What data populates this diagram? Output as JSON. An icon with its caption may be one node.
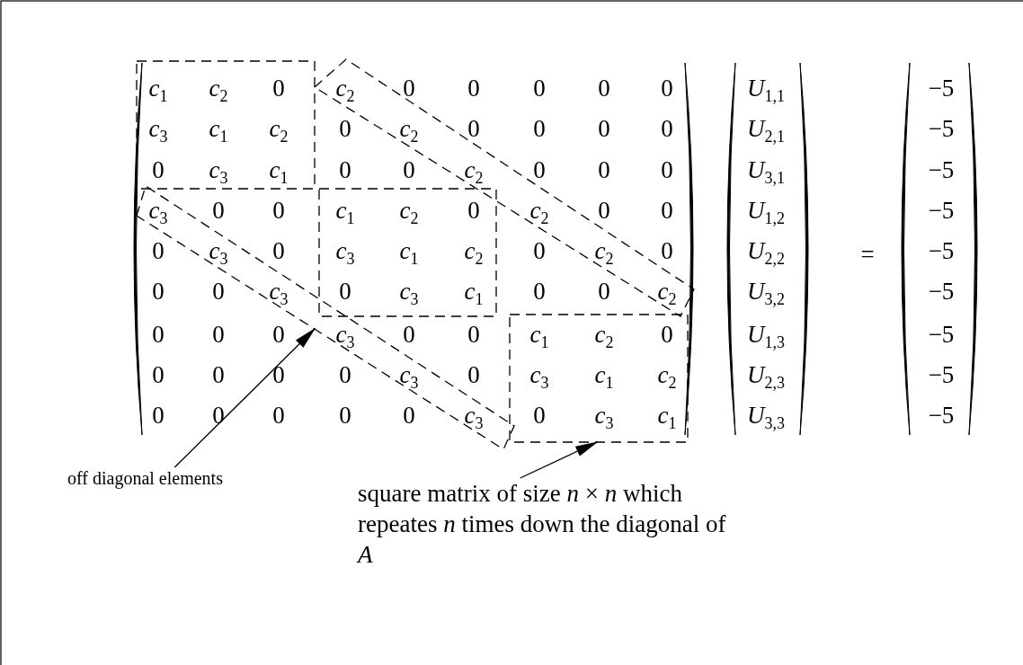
{
  "diagram": {
    "nodes": [
      {
        "text": [],
        "shape": "box"
      },
      {
        "text": [],
        "shape": "box"
      },
      {
        "text": [],
        "shape": "box"
      },
      {
        "text": [],
        "shape": "parallelogram"
      },
      {
        "text": [],
        "shape": "parallelogram"
      },
      {
        "text": [
          "off diagonal elements"
        ]
      },
      {
        "text": [
          "square matrix of size *n* × *n* which repeates *n* times down the diagonal of *A*"
        ]
      }
    ],
    "edges": [
      {
        "from": 5,
        "to": 4,
        "arrow": "to"
      },
      {
        "from": 6,
        "to": 2,
        "arrow": "to"
      }
    ],
    "labels": [
      "*c*$_{1}$",
      "*c*$_{2}$",
      "0",
      "*c*$_{2}$",
      "0",
      "0",
      "0",
      "0",
      "0",
      "*c*$_{3}$",
      "*c*$_{1}$",
      "*c*$_{2}$",
      "0",
      "*c*$_{2}$",
      "0",
      "0",
      "0",
      "0",
      "0",
      "*c*$_{3}$",
      "*c*$_{1}$",
      "0",
      "0",
      "*c*$_{2}$",
      "0",
      "0",
      "0",
      "*c*$_{3}$",
      "0",
      "0",
      "*c*$_{1}$",
      "*c*$_{2}$",
      "0",
      "*c*$_{2}$",
      "0",
      "0",
      "0",
      "*c*$_{3}$",
      "0",
      "*c*$_{3}$",
      "*c*$_{1}$",
      "*c*$_{2}$",
      "0",
      "*c*$_{2}$",
      "0",
      "0",
      "0",
      "*c*$_{3}$",
      "0",
      "*c*$_{3}$",
      "*c*$_{1}$",
      "0",
      "0",
      "*c*$_{2}$",
      "0",
      "0",
      "0",
      "*c*$_{3}$",
      "0",
      "0",
      "*c*$_{1}$",
      "*c*$_{2}$",
      "0",
      "0",
      "0",
      "0",
      "0",
      "*c*$_{3}$",
      "0",
      "*c*$_{3}$",
      "*c*$_{1}$",
      "*c*$_{2}$",
      "0",
      "0",
      "0",
      "0",
      "0",
      "*c*$_{3}$",
      "0",
      "*c*$_{3}$",
      "*c*$_{1}$",
      "*U*$_{1,1}$",
      "*U*$_{2,1}$",
      "*U*$_{3,1}$",
      "*U*$_{1,2}$",
      "*U*$_{2,2}$",
      "*U*$_{3,2}$",
      "*U*$_{1,3}$",
      "*U*$_{2,3}$",
      "*U*$_{3,3}$",
      "=",
      "−5",
      "−5",
      "−5",
      "−5",
      "−5",
      "−5",
      "−5",
      "−5",
      "−5"
    ]
  }
}
